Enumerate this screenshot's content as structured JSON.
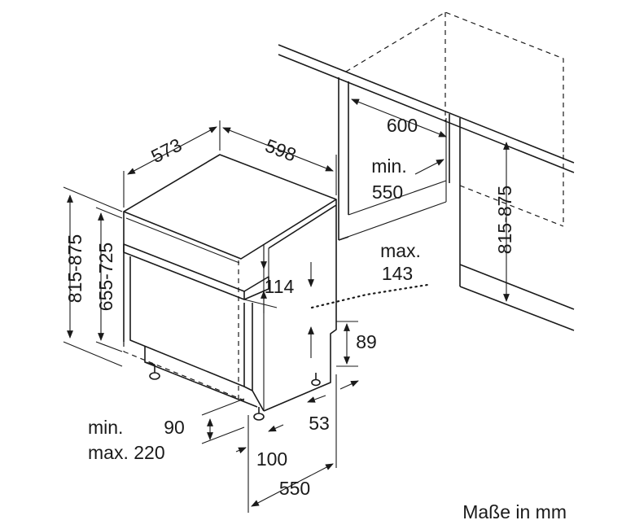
{
  "labels": {
    "depth": "573",
    "width": "598",
    "niche_width": "600",
    "niche_min": "min.",
    "niche_min_depth": "550",
    "niche_height": "815-875",
    "max": "max.",
    "max_value": "143",
    "panel_offset": "114",
    "plinth_height": "89",
    "total_height": "815-875",
    "body_height": "655-725",
    "feet_min": "min.",
    "feet_min_value": "90",
    "feet_max": "max. 220",
    "foot_set": "53",
    "front_offset": "100",
    "overall_depth": "550"
  },
  "caption": "Maße in mm"
}
